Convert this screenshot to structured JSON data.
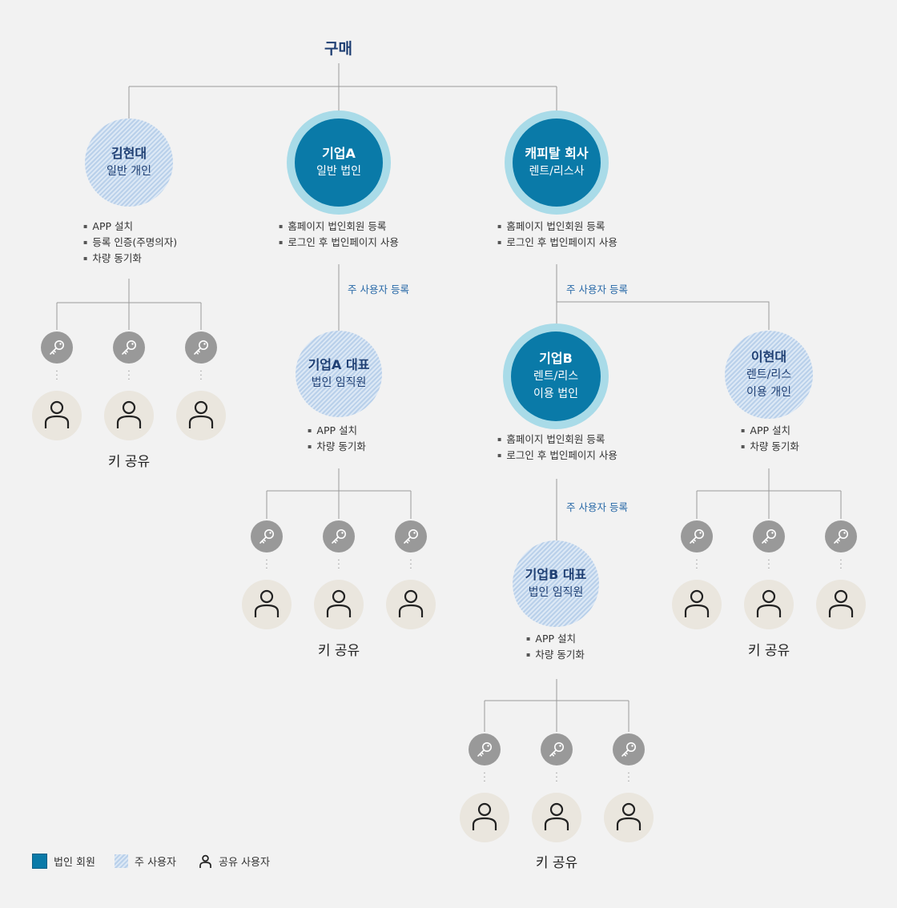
{
  "title": "구매",
  "nodes": {
    "kim": {
      "name": "김현대",
      "sub": "일반 개인",
      "items": [
        "APP 설치",
        "등록 인증(주명의자)",
        "차량 동기화"
      ]
    },
    "corpA": {
      "name": "기업A",
      "sub": "일반 법인",
      "items": [
        "홈페이지 법인회원 등록",
        "로그인 후 법인페이지 사용"
      ]
    },
    "capital": {
      "name": "캐피탈 회사",
      "sub": "렌트/리스사",
      "items": [
        "홈페이지 법인회원 등록",
        "로그인 후 법인페이지 사용"
      ]
    },
    "corpA_rep": {
      "name": "기업A 대표",
      "sub": "법인 임직원",
      "items": [
        "APP 설치",
        "차량 동기화"
      ]
    },
    "corpB": {
      "name": "기업B",
      "sub1": "렌트/리스",
      "sub2": "이용 법인",
      "items": [
        "홈페이지 법인회원 등록",
        "로그인 후 법인페이지 사용"
      ]
    },
    "lee": {
      "name": "이현대",
      "sub1": "렌트/리스",
      "sub2": "이용 개인",
      "items": [
        "APP 설치",
        "차량 동기화"
      ]
    },
    "corpB_rep": {
      "name": "기업B 대표",
      "sub": "법인 임직원",
      "items": [
        "APP 설치",
        "차량 동기화"
      ]
    }
  },
  "registration_label": "주 사용자 등록",
  "key_share_label": "키 공유",
  "icons": {
    "key": "key-icon",
    "user": "user-icon"
  },
  "legend": [
    {
      "label": "법인 회원",
      "style": "solid",
      "color": "#0a7aa8"
    },
    {
      "label": "주 사용자",
      "style": "hatched",
      "color": "#b9d0ea"
    },
    {
      "label": "공유 사용자",
      "style": "user-icon",
      "color": "#222222"
    }
  ]
}
